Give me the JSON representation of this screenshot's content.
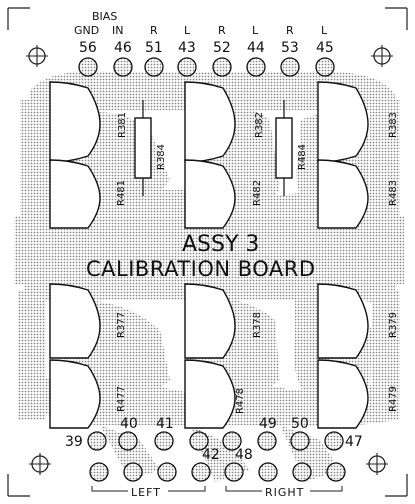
{
  "top_labels": {
    "bias_in_top": "BIAS",
    "bias_in_bottom": "IN",
    "gnd": "GND",
    "r1": "R",
    "l1": "L",
    "r2": "R",
    "l2": "L",
    "r3": "R",
    "l3": "L"
  },
  "top_pins": [
    "56",
    "46",
    "51",
    "43",
    "52",
    "44",
    "53",
    "45"
  ],
  "resistors_top": [
    "R381",
    "R384",
    "R382",
    "R484",
    "R383",
    "R481",
    "R482",
    "R483"
  ],
  "title": {
    "line1": "ASSY 3",
    "line2": "CALIBRATION BOARD"
  },
  "resistors_bottom": [
    "R377",
    "R378",
    "R379",
    "R477",
    "R478",
    "R479"
  ],
  "bottom_pins": [
    "39",
    "40",
    "41",
    "42",
    "48",
    "49",
    "50",
    "47"
  ],
  "side_labels": {
    "left": "LEFT",
    "right": "RIGHT"
  },
  "colors": {
    "ink": "#111111",
    "stipple": "#9a9a9a",
    "board": "#ffffff"
  }
}
